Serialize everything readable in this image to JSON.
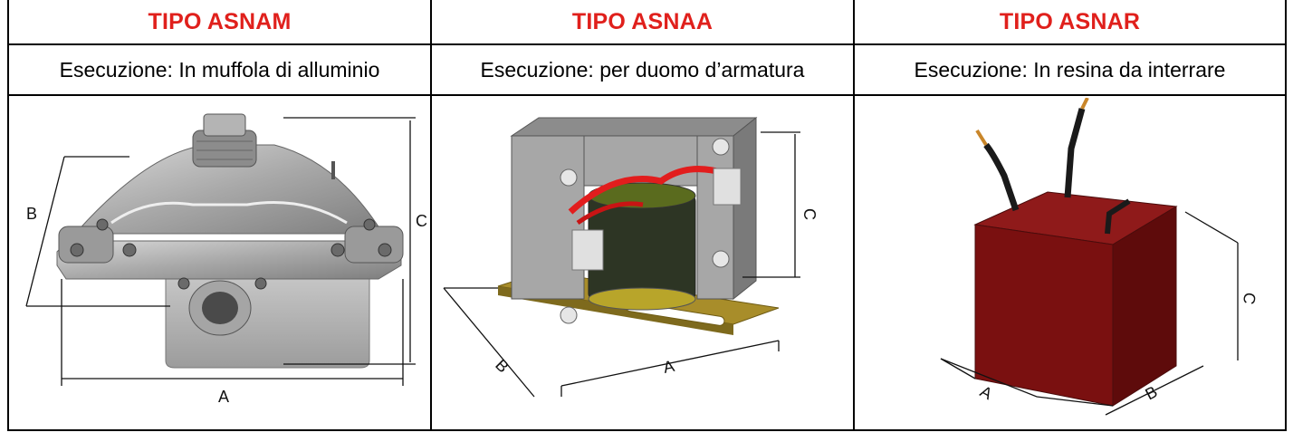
{
  "columns": [
    {
      "title": "TIPO ASNAM",
      "execution": "Esecuzione: In muffola di alluminio",
      "dimensions": {
        "a": "A",
        "b": "B",
        "c": "C"
      }
    },
    {
      "title": "TIPO ASNAA",
      "execution": "Esecuzione: per duomo d’armatura",
      "dimensions": {
        "a": "A",
        "b": "B",
        "c": "C"
      }
    },
    {
      "title": "TIPO ASNAR",
      "execution": "Esecuzione: In resina da interrare",
      "dimensions": {
        "a": "A",
        "b": "B",
        "c": "C"
      }
    }
  ],
  "colors": {
    "title_red": "#e0201c",
    "resin_red": "#7a1010",
    "steel_grey": "#9a9a9a"
  }
}
